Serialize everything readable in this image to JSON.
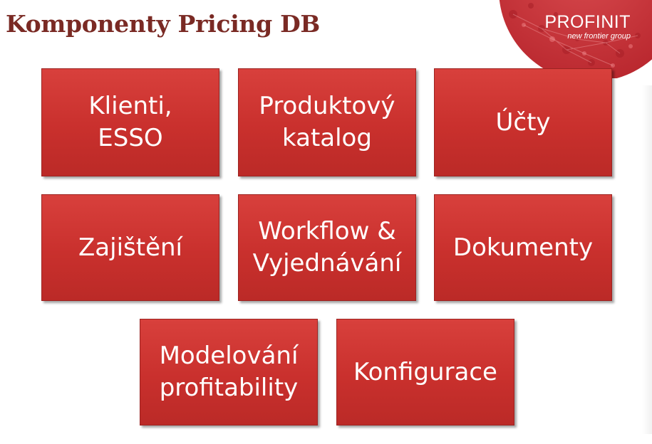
{
  "title": "Komponenty Pricing DB",
  "logo": {
    "name": "PROFINIT",
    "tagline": "new frontier group",
    "color": "#c8353a"
  },
  "components": [
    "Klienti,\nESSO",
    "Produktový\nkatalog",
    "Účty",
    "Zajištění",
    "Workflow &\nVyjednávání",
    "Dokumenty",
    "Modelování\nprofitability",
    "Konfigurace"
  ],
  "colors": {
    "title": "#7a2a24",
    "box_fill": "#c9302d",
    "box_text": "#ffffff"
  }
}
